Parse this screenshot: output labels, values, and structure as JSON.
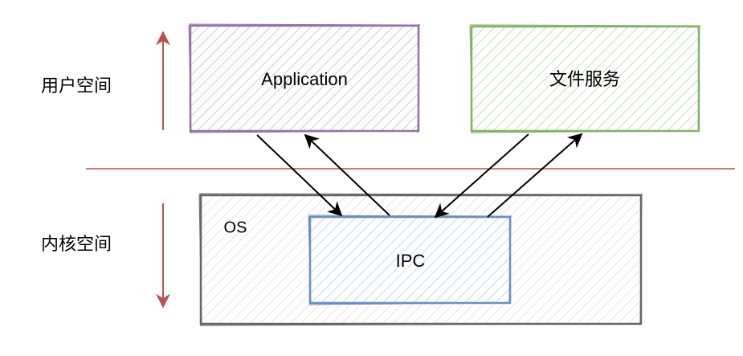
{
  "diagram": {
    "user_space_label": "用户空间",
    "kernel_space_label": "内核空间",
    "application_label": "Application",
    "file_service_label": "文件服务",
    "os_label": "OS",
    "ipc_label": "IPC"
  },
  "colors": {
    "application_fill": "#e1d5e7",
    "application_stroke": "#9673a6",
    "file_service_fill": "#d5e8d4",
    "file_service_stroke": "#82b366",
    "os_fill": "#f5f5f5",
    "os_stroke": "#666666",
    "ipc_fill": "#dae8fc",
    "ipc_stroke": "#6c8ebf",
    "boundary_line": "#b85450",
    "arrow": "#000000"
  }
}
